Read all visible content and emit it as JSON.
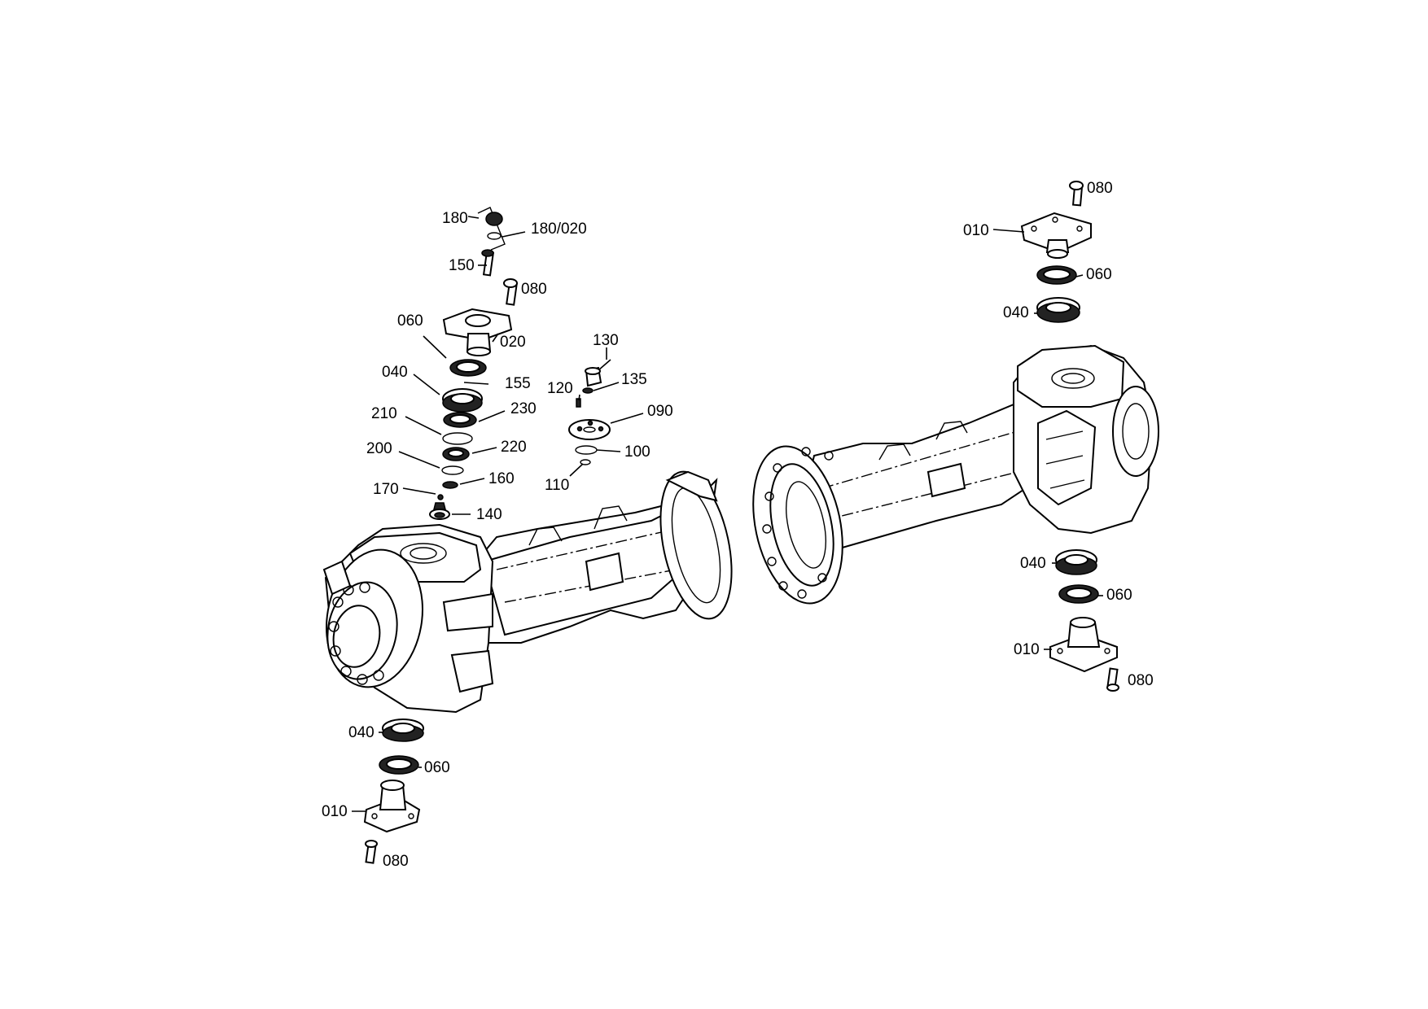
{
  "diagram": {
    "labels": {
      "l180": "180",
      "l180_020": "180/020",
      "l150": "150",
      "l080_a": "080",
      "l060_a": "060",
      "l020": "020",
      "l040_a": "040",
      "l155": "155",
      "l210": "210",
      "l230": "230",
      "l200": "200",
      "l220": "220",
      "l170": "170",
      "l160": "160",
      "l140": "140",
      "l130": "130",
      "l120": "120",
      "l135": "135",
      "l090": "090",
      "l100": "100",
      "l110": "110",
      "l080_r_top": "080",
      "l010_r_top": "010",
      "l060_r_top": "060",
      "l040_r_top": "040",
      "l040_r_bot": "040",
      "l060_r_bot": "060",
      "l010_r_bot": "010",
      "l080_r_bot": "080",
      "l040_l_bot": "040",
      "l060_l_bot": "060",
      "l010_l_bot": "010",
      "l080_l_bot": "080"
    }
  }
}
